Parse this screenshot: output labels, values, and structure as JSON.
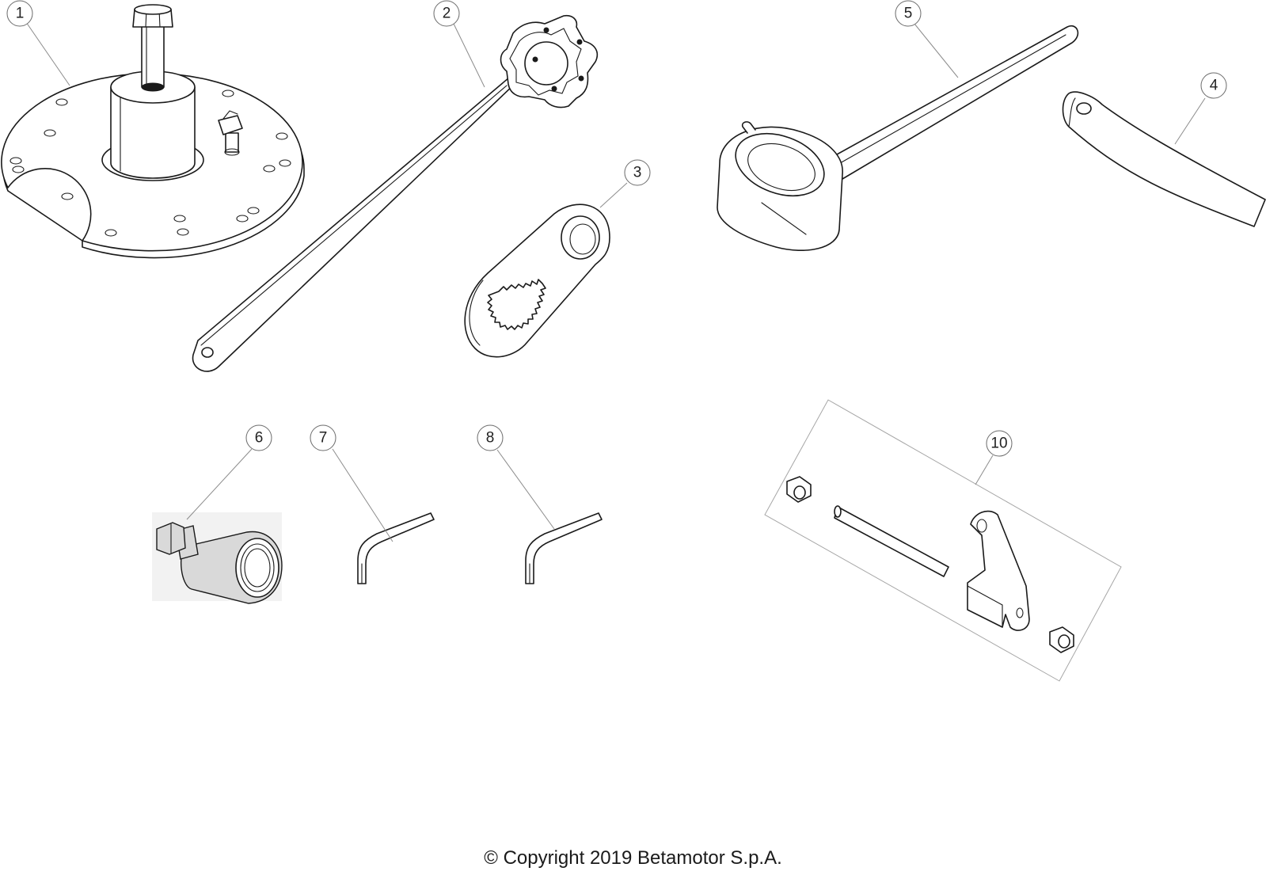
{
  "callouts": {
    "c1": "1",
    "c2": "2",
    "c3": "3",
    "c4": "4",
    "c5": "5",
    "c6": "6",
    "c7": "7",
    "c8": "8",
    "c10": "10"
  },
  "footer": {
    "copyright": "© Copyright 2019 Betamotor S.p.A."
  }
}
